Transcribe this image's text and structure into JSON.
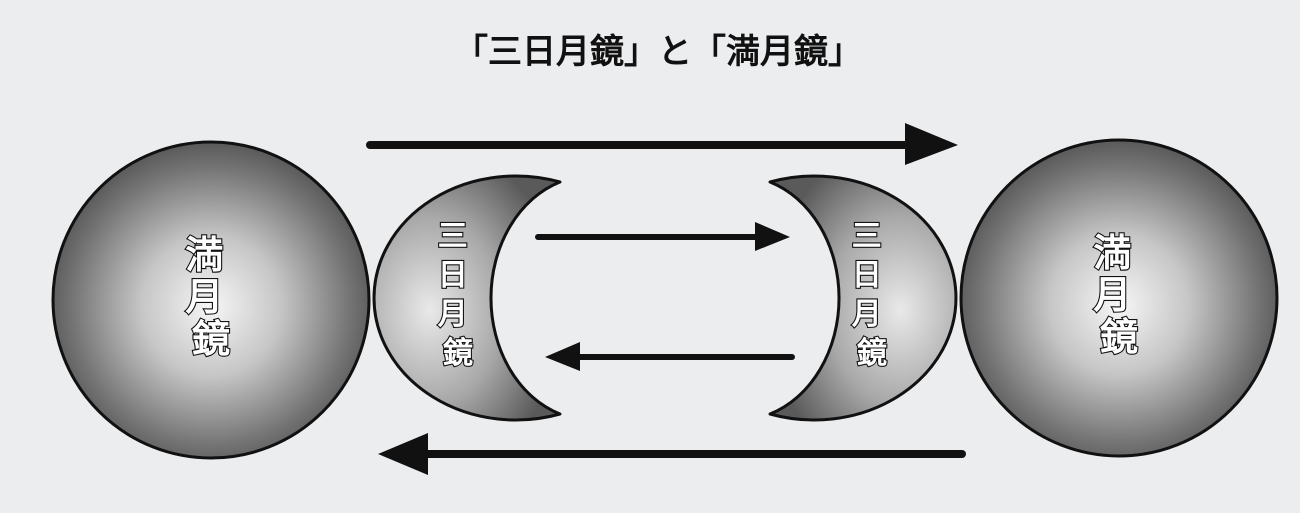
{
  "title": "「三日月鏡」と「満月鏡」",
  "nodes": {
    "full_moon_left": {
      "label": [
        "満",
        "月",
        "鏡"
      ]
    },
    "crescent_left": {
      "label": [
        "三",
        "日",
        "月",
        "鏡"
      ]
    },
    "crescent_right": {
      "label": [
        "三",
        "日",
        "月",
        "鏡"
      ]
    },
    "full_moon_right": {
      "label": [
        "満",
        "月",
        "鏡"
      ]
    }
  },
  "colors": {
    "background": "#ecedef",
    "arrow": "#111111",
    "mirror_light": "#f4f4f4",
    "mirror_dark": "#4a4a4a",
    "outline": "#111111"
  }
}
